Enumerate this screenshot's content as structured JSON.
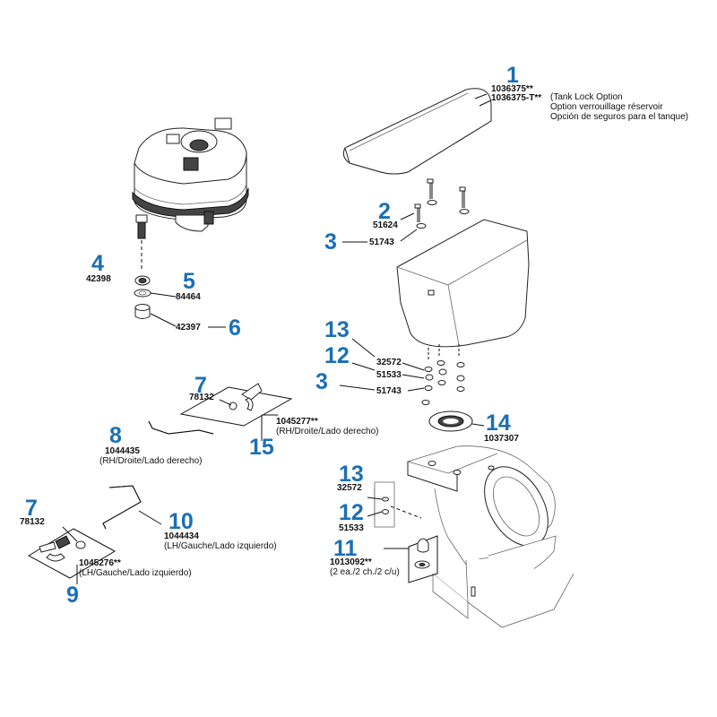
{
  "callouts": [
    {
      "id": "c1",
      "number": "1",
      "parts": [
        "1036375**",
        "1036375-T**"
      ],
      "notes": [
        "(Tank Lock Option",
        "Option verrouillage réservoir",
        "Opción de seguros para el tanque)"
      ]
    },
    {
      "id": "c2",
      "number": "2",
      "parts": [
        "51624"
      ],
      "notes": []
    },
    {
      "id": "c3a",
      "number": "3",
      "parts": [
        "51743"
      ],
      "notes": []
    },
    {
      "id": "c4",
      "number": "4",
      "parts": [
        "42398"
      ],
      "notes": []
    },
    {
      "id": "c5",
      "number": "5",
      "parts": [
        "84464"
      ],
      "notes": []
    },
    {
      "id": "c6",
      "number": "6",
      "parts": [
        "42397"
      ],
      "notes": []
    },
    {
      "id": "c7a",
      "number": "7",
      "parts": [
        "78132"
      ],
      "notes": []
    },
    {
      "id": "c15",
      "number": "15",
      "parts": [
        "1045277**"
      ],
      "notes": [
        "(RH/Droite/Lado derecho)"
      ]
    },
    {
      "id": "c8",
      "number": "8",
      "parts": [
        "1044435"
      ],
      "notes": [
        "(RH/Droite/Lado derecho)"
      ]
    },
    {
      "id": "c13a",
      "number": "13",
      "parts": [
        "32572"
      ],
      "notes": []
    },
    {
      "id": "c12a",
      "number": "12",
      "parts": [
        "51533"
      ],
      "notes": []
    },
    {
      "id": "c3b",
      "number": "3",
      "parts": [
        "51743"
      ],
      "notes": []
    },
    {
      "id": "c14",
      "number": "14",
      "parts": [
        "1037307"
      ],
      "notes": []
    },
    {
      "id": "c13b",
      "number": "13",
      "parts": [
        "32572"
      ],
      "notes": []
    },
    {
      "id": "c12b",
      "number": "12",
      "parts": [
        "51533"
      ],
      "notes": []
    },
    {
      "id": "c11",
      "number": "11",
      "parts": [
        "1013092**"
      ],
      "notes": [
        "(2 ea./2 ch./2 c/u)"
      ]
    },
    {
      "id": "c7b",
      "number": "7",
      "parts": [
        "78132"
      ],
      "notes": []
    },
    {
      "id": "c10",
      "number": "10",
      "parts": [
        "1044434"
      ],
      "notes": [
        "(LH/Gauche/Lado izquierdo)"
      ]
    },
    {
      "id": "c9",
      "number": "9",
      "parts": [
        "1045276**"
      ],
      "notes": [
        "(LH/Gauche/Lado izquierdo)"
      ]
    }
  ]
}
